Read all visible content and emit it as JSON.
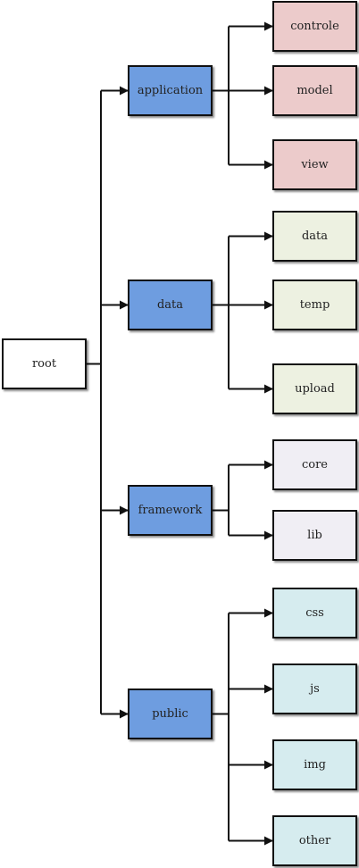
{
  "diagram": {
    "type": "directory-tree",
    "root": {
      "label": "root"
    },
    "branches": [
      {
        "key": "application",
        "label": "application",
        "children": [
          "controle",
          "model",
          "view"
        ]
      },
      {
        "key": "data",
        "label": "data",
        "children": [
          "data",
          "temp",
          "upload"
        ]
      },
      {
        "key": "framework",
        "label": "framework",
        "children": [
          "core",
          "lib"
        ]
      },
      {
        "key": "public",
        "label": "public",
        "children": [
          "css",
          "js",
          "img",
          "other"
        ]
      }
    ]
  },
  "colors": {
    "root": "#ffffff",
    "branch": "#6e9de0",
    "application_children": "#eccbcb",
    "data_children": "#edf1e1",
    "framework_children": "#f0eef4",
    "public_children": "#d6ecef",
    "line": "#111111"
  }
}
